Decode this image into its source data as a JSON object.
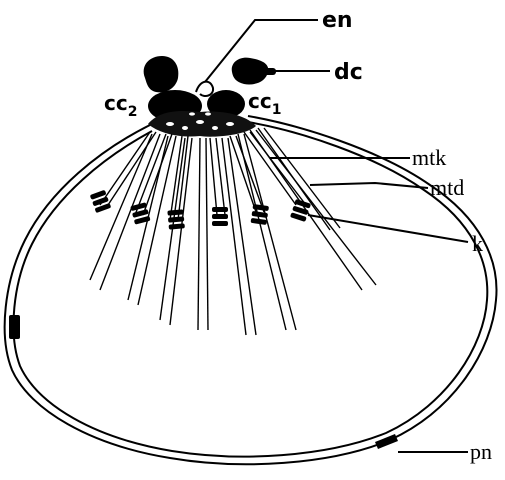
{
  "labels": {
    "en": "en",
    "dc": "dc",
    "cc2_base": "cc",
    "cc2_sub": "2",
    "cc1_base": "cc",
    "cc1_sub": "1",
    "mtk": "mtk",
    "mtd": "mtd",
    "k": "k",
    "pn": "pn"
  },
  "colors": {
    "ink": "#000000",
    "background": "#ffffff"
  }
}
